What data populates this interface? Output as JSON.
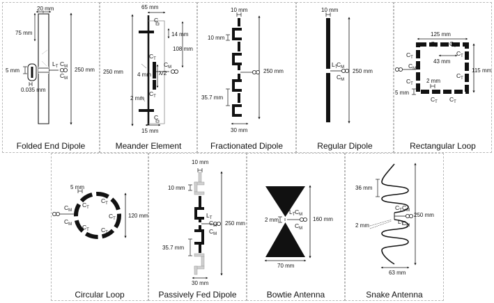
{
  "panels": [
    {
      "caption": "Folded End Dipole",
      "dims": [
        "20 mm",
        "75 mm",
        "5 mm",
        "0.035 mm",
        "250 mm"
      ]
    },
    {
      "caption": "Meander Element",
      "dims": [
        "65 mm",
        "14 mm",
        "108 mm",
        "250 mm",
        "4 mm",
        "λ/2",
        "2 mm",
        "15 mm"
      ]
    },
    {
      "caption": "Fractionated Dipole",
      "dims": [
        "10 mm",
        "10 mm",
        "250 mm",
        "35.7 mm",
        "30 mm"
      ]
    },
    {
      "caption": "Regular Dipole",
      "dims": [
        "10 mm",
        "250 mm"
      ]
    },
    {
      "caption": "Rectangular Loop",
      "dims": [
        "125 mm",
        "43 mm",
        "115 mm",
        "2 mm",
        "5 mm"
      ]
    },
    {
      "caption": "Circular Loop",
      "dims": [
        "5 mm",
        "120 mm"
      ]
    },
    {
      "caption": "Passively Fed Dipole",
      "dims": [
        "10 mm",
        "10 mm",
        "250 mm",
        "35.7 mm",
        "30 mm"
      ]
    },
    {
      "caption": "Bowtie Antenna",
      "dims": [
        "2 mm",
        "160 mm",
        "70 mm"
      ]
    },
    {
      "caption": "Snake Antenna",
      "dims": [
        "36 mm",
        "250 mm",
        "2 mm",
        "63 mm"
      ]
    }
  ],
  "components": {
    "C": "C",
    "T": "T",
    "M": "M",
    "L": "L",
    "tune": "C",
    "match": "C",
    "ind": "L"
  },
  "colors": {
    "conductor": "#111111",
    "passive": "#bdbdbd",
    "frame": "#b9b9b9"
  }
}
